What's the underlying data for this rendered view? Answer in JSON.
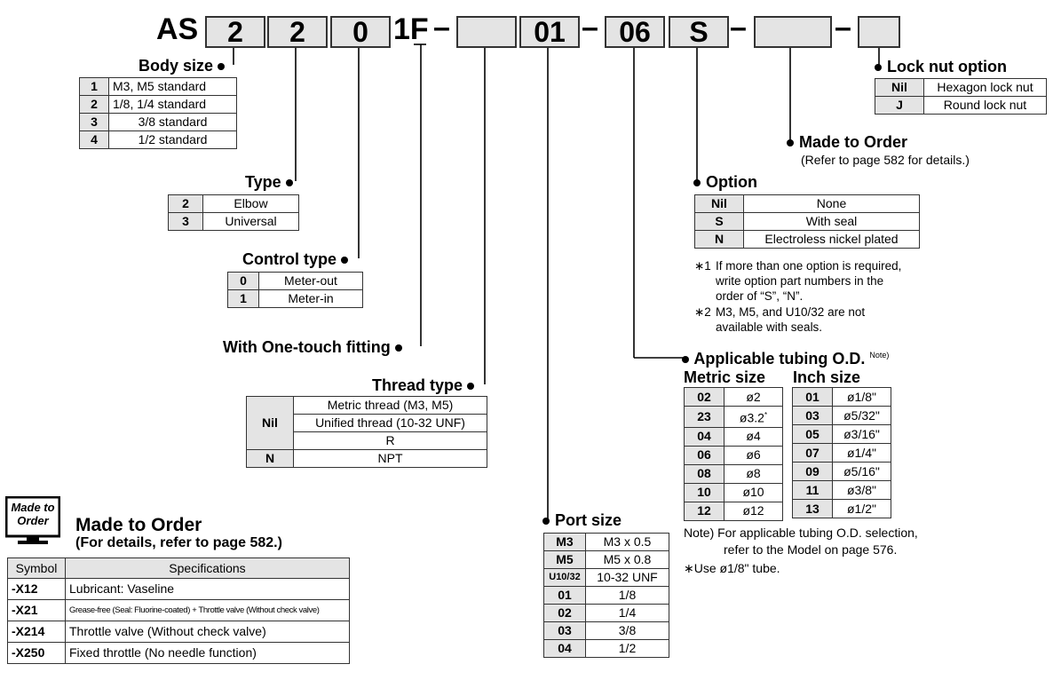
{
  "code": {
    "prefix": "AS",
    "segments": [
      "2",
      "2",
      "0",
      "01",
      "06",
      "S"
    ],
    "fitting_mark": "1F",
    "dash": "–"
  },
  "body_size": {
    "title": "Body size",
    "rows": [
      {
        "k": "1",
        "v": "M3, M5 standard"
      },
      {
        "k": "2",
        "v": "1/8, 1/4 standard"
      },
      {
        "k": "3",
        "v": "3/8 standard"
      },
      {
        "k": "4",
        "v": "1/2 standard"
      }
    ]
  },
  "type": {
    "title": "Type",
    "rows": [
      {
        "k": "2",
        "v": "Elbow"
      },
      {
        "k": "3",
        "v": "Universal"
      }
    ]
  },
  "control_type": {
    "title": "Control type",
    "rows": [
      {
        "k": "0",
        "v": "Meter-out"
      },
      {
        "k": "1",
        "v": "Meter-in"
      }
    ]
  },
  "one_touch": {
    "title": "With One-touch fitting"
  },
  "thread_type": {
    "title": "Thread type",
    "nil_key": "Nil",
    "nil_values": [
      "Metric thread (M3, M5)",
      "Unified thread (10-32 UNF)",
      "R"
    ],
    "n_key": "N",
    "n_value": "NPT"
  },
  "port_size": {
    "title": "Port size",
    "rows": [
      {
        "k": "M3",
        "v": "M3 x 0.5"
      },
      {
        "k": "M5",
        "v": "M5 x 0.8"
      },
      {
        "k": "U10/32",
        "v": "10-32 UNF"
      },
      {
        "k": "01",
        "v": "1/8"
      },
      {
        "k": "02",
        "v": "1/4"
      },
      {
        "k": "03",
        "v": "3/8"
      },
      {
        "k": "04",
        "v": "1/2"
      }
    ]
  },
  "tubing": {
    "title": "Applicable tubing O.D.",
    "title_note": "Note)",
    "metric_title": "Metric size",
    "inch_title": "Inch size",
    "metric_rows": [
      {
        "k": "02",
        "v": "ø2"
      },
      {
        "k": "23",
        "v": "ø3.2",
        "mark": "*"
      },
      {
        "k": "04",
        "v": "ø4"
      },
      {
        "k": "06",
        "v": "ø6"
      },
      {
        "k": "08",
        "v": "ø8"
      },
      {
        "k": "10",
        "v": "ø10"
      },
      {
        "k": "12",
        "v": "ø12"
      }
    ],
    "inch_rows": [
      {
        "k": "01",
        "v": "ø1/8\""
      },
      {
        "k": "03",
        "v": "ø5/32\""
      },
      {
        "k": "05",
        "v": "ø3/16\""
      },
      {
        "k": "07",
        "v": "ø1/4\""
      },
      {
        "k": "09",
        "v": "ø5/16\""
      },
      {
        "k": "11",
        "v": "ø3/8\""
      },
      {
        "k": "13",
        "v": "ø1/2\""
      }
    ],
    "note_1": "Note) For applicable tubing O.D. selection,",
    "note_2": "refer to the Model on page 576.",
    "note_3": "∗Use ø1/8\" tube."
  },
  "option": {
    "title": "Option",
    "rows": [
      {
        "k": "Nil",
        "v": "None"
      },
      {
        "k": "S",
        "v": "With seal"
      },
      {
        "k": "N",
        "v": "Electroless nickel plated"
      }
    ],
    "note1_mark": "∗1",
    "note1_lines": [
      "If more than one option is required,",
      "write option part numbers in the",
      "order of “S”, “N”."
    ],
    "note2_mark": "∗2",
    "note2_lines": [
      "M3, M5, and U10/32 are not",
      "available with seals."
    ]
  },
  "made_to_order_ref": {
    "title": "Made to Order",
    "subtitle": "(Refer to page 582 for details.)"
  },
  "lock_nut": {
    "title": "Lock nut option",
    "rows": [
      {
        "k": "Nil",
        "v": "Hexagon lock nut"
      },
      {
        "k": "J",
        "v": "Round lock nut"
      }
    ]
  },
  "mto_table": {
    "icon_line1": "Made to",
    "icon_line2": "Order",
    "title": "Made to Order",
    "subtitle": "(For details, refer to page 582.)",
    "header_symbol": "Symbol",
    "header_spec": "Specifications",
    "rows": [
      {
        "k": "-X12",
        "v": "Lubricant: Vaseline"
      },
      {
        "k": "-X21",
        "v": "Grease-free (Seal: Fluorine-coated) + Throttle valve (Without check valve)"
      },
      {
        "k": "-X214",
        "v": "Throttle valve (Without check valve)"
      },
      {
        "k": "-X250",
        "v": "Fixed throttle (No needle function)"
      }
    ]
  }
}
